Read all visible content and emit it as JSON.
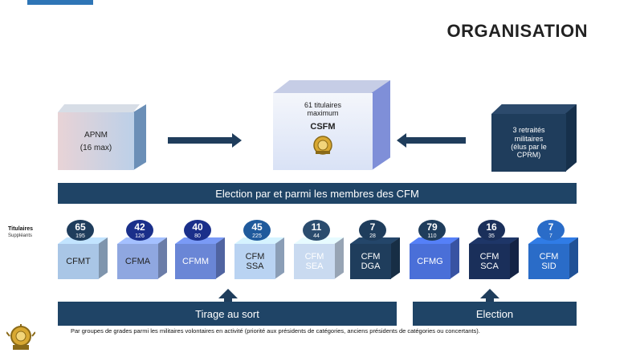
{
  "header": {
    "title": "ORGANISATION"
  },
  "top": {
    "apnm": {
      "line1": "APNM",
      "line2": "(16 max)"
    },
    "csfm": {
      "line1": "61 titulaires",
      "line2": "maximum",
      "name": "CSFM"
    },
    "retraites": {
      "line1": "3 retraités",
      "line2": "militaires",
      "line3": "(élus par le",
      "line4": "CPRM)"
    }
  },
  "election_band": "Election par et parmi les membres des CFM",
  "legend": {
    "titulaires": "Titulaires",
    "suppleants": "Suppléants"
  },
  "cfm": [
    {
      "label1": "CFMT",
      "label2": "",
      "tit": "65",
      "sup": "195",
      "color": "#a9c6e6"
    },
    {
      "label1": "CFMA",
      "label2": "",
      "tit": "42",
      "sup": "126",
      "color": "#8fa7e0"
    },
    {
      "label1": "CFMM",
      "label2": "",
      "tit": "40",
      "sup": "80",
      "color": "#6a86d6"
    },
    {
      "label1": "CFM",
      "label2": "SSA",
      "tit": "45",
      "sup": "225",
      "color": "#b9d3f2"
    },
    {
      "label1": "CFM",
      "label2": "SEA",
      "tit": "11",
      "sup": "44",
      "color": "#c9daf0"
    },
    {
      "label1": "CFM",
      "label2": "DGA",
      "tit": "7",
      "sup": "28",
      "color": "#1f3d5c"
    },
    {
      "label1": "CFMG",
      "label2": "",
      "tit": "79",
      "sup": "110",
      "color": "#4a6fd8"
    },
    {
      "label1": "CFM",
      "label2": "SCA",
      "tit": "16",
      "sup": "35",
      "color": "#1a2f5a"
    },
    {
      "label1": "CFM",
      "label2": "SID",
      "tit": "7",
      "sup": "7",
      "color": "#2a6cc8"
    }
  ],
  "bottom": {
    "tirage": "Tirage au sort",
    "election": "Election"
  },
  "footer": "Par groupes de grades parmi les militaires volontaires en activité (priorité aux présidents de catégories, anciens présidents de catégories ou concertants)."
}
